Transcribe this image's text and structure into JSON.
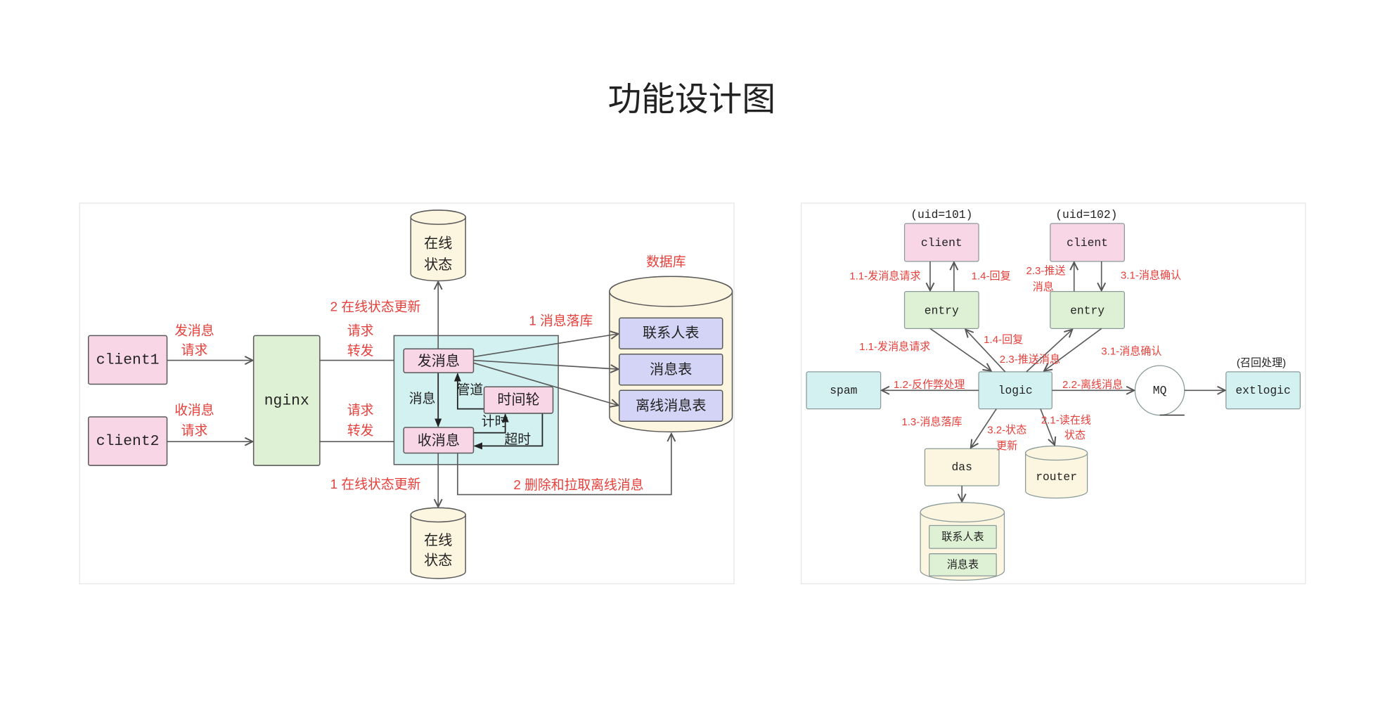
{
  "title": "功能设计图",
  "colors": {
    "client_fill": "#f9d6e6",
    "gateway_fill": "#dff1d4",
    "service_fill": "#d3f1f1",
    "storage_fill": "#fcf5df",
    "table_fill": "#d4d4f6",
    "label_red": "#e5403b",
    "stroke": "#5a5a5a"
  },
  "left_diagram": {
    "clients": [
      "client1",
      "client2"
    ],
    "nginx": "nginx",
    "send_request_label": [
      "发消息",
      "请求"
    ],
    "receive_request_label": [
      "收消息",
      "请求"
    ],
    "forward_label_top": [
      "请求",
      "转发"
    ],
    "forward_label_bottom": [
      "请求",
      "转发"
    ],
    "send_message": "发消息",
    "receive_message": "收消息",
    "time_wheel": "时间轮",
    "message_link_label": "消息",
    "pipe_label": "管道",
    "timing_label": "计时",
    "timeout_label": "超时",
    "online_status_top": [
      "在线",
      "状态"
    ],
    "online_status_bottom": [
      "在线",
      "状态"
    ],
    "online_update_step2": "2 在线状态更新",
    "online_update_step1": "1 在线状态更新",
    "persist_label": "1 消息落库",
    "offline_label": "2 删除和拉取离线消息",
    "database_label": "数据库",
    "tables": [
      "联系人表",
      "消息表",
      "离线消息表"
    ]
  },
  "right_diagram": {
    "users": [
      {
        "uid": "(uid=101)",
        "client": "client",
        "entry": "entry"
      },
      {
        "uid": "(uid=102)",
        "client": "client",
        "entry": "entry"
      }
    ],
    "logic": "logic",
    "spam": "spam",
    "mq": "MQ",
    "extlogic": "extlogic",
    "recall_label": "(召回处理)",
    "das": "das",
    "router": "router",
    "db_tables": [
      "联系人表",
      "消息表"
    ],
    "edge_labels": {
      "client1_request": "1.1-发消息请求",
      "client1_reply": "1.4-回复",
      "client2_push": [
        "2.3-推送",
        "消息"
      ],
      "client2_ack": "3.1-消息确认",
      "entry1_request": "1.1-发消息请求",
      "entry1_reply": "1.4-回复",
      "entry2_push": "2.3-推送消息",
      "entry2_ack": "3.1-消息确认",
      "to_spam": "1.2-反作弊处理",
      "to_mq": "2.2-离线消息",
      "to_das": "1.3-消息落库",
      "status_update": [
        "3.2-状态",
        "更新"
      ],
      "read_online": [
        "2.1-读在线",
        "状态"
      ]
    }
  }
}
